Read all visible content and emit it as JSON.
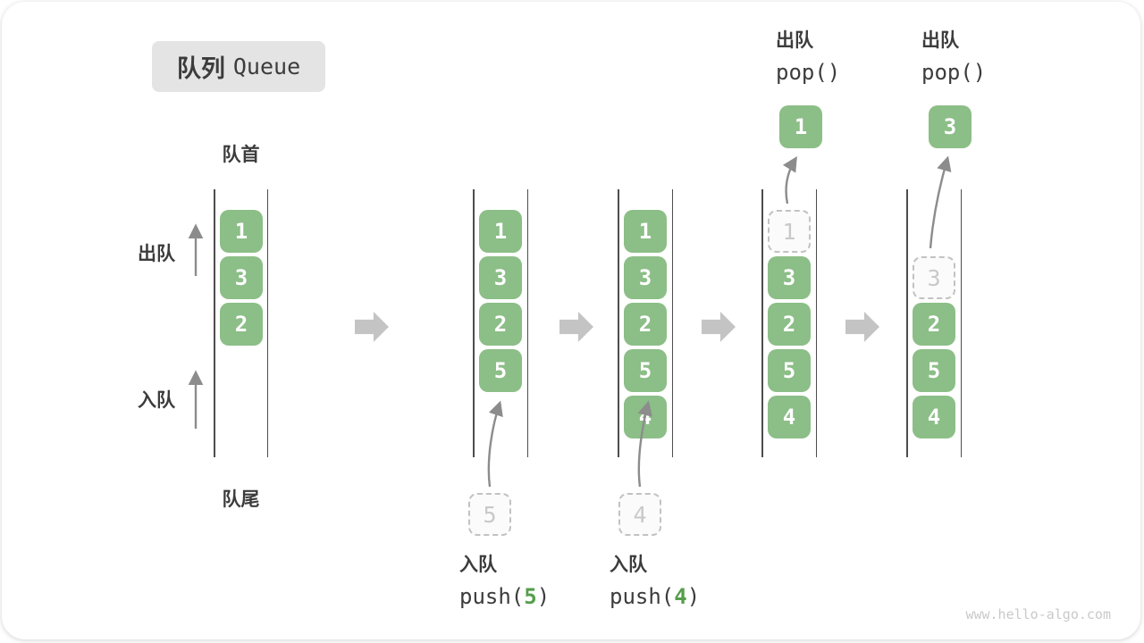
{
  "title": {
    "zh": "队列",
    "en": "Queue"
  },
  "side_labels": {
    "head": "队首",
    "tail": "队尾",
    "dequeue": "出队",
    "enqueue": "入队"
  },
  "watermark": "www.hello-algo.com",
  "colors": {
    "green": "#8CBE87",
    "dark_text": "#3C3C3C",
    "block_arrow": "#C4C4C4",
    "curve_arrow": "#8C8C8C",
    "line": "#4D4D4D",
    "dashed_border": "#C2C2C2",
    "dashed_text": "#C9C9C9",
    "title_bg": "#E4E4E4",
    "code_green": "#569E4C"
  },
  "queues": [
    {
      "label": "state-1",
      "cells": [
        {
          "value": "1"
        },
        {
          "value": "3"
        },
        {
          "value": "2"
        }
      ]
    },
    {
      "label": "state-2",
      "cells": [
        {
          "value": "1"
        },
        {
          "value": "3"
        },
        {
          "value": "2"
        },
        {
          "value": "5"
        }
      ],
      "op": {
        "zh": "入队",
        "fn": "push(",
        "arg": "5",
        "close": ")",
        "ghost": "5"
      }
    },
    {
      "label": "state-3",
      "cells": [
        {
          "value": "1"
        },
        {
          "value": "3"
        },
        {
          "value": "2"
        },
        {
          "value": "5"
        },
        {
          "value": "4"
        }
      ],
      "op": {
        "zh": "入队",
        "fn": "push(",
        "arg": "4",
        "close": ")",
        "ghost": "4"
      }
    },
    {
      "label": "state-4",
      "cells": [
        {
          "value": "1",
          "dashed": true
        },
        {
          "value": "3"
        },
        {
          "value": "2"
        },
        {
          "value": "5"
        },
        {
          "value": "4"
        }
      ],
      "op": {
        "zh": "出队",
        "fn": "pop()",
        "popped": "1"
      }
    },
    {
      "label": "state-5",
      "cells": [
        {
          "value": "3",
          "dashed": true
        },
        {
          "value": "2"
        },
        {
          "value": "5"
        },
        {
          "value": "4"
        }
      ],
      "op": {
        "zh": "出队",
        "fn": "pop()",
        "popped": "3"
      }
    }
  ]
}
